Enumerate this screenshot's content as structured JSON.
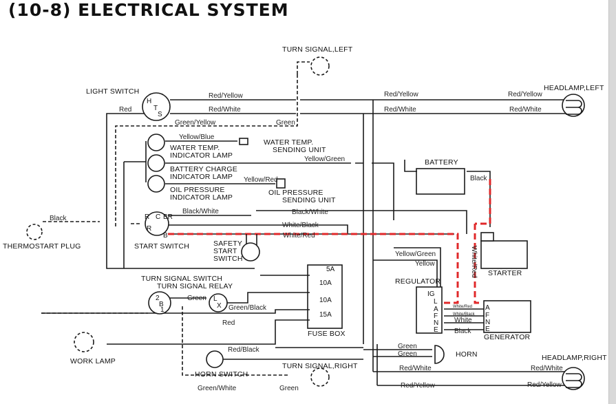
{
  "title": "(10-8) ELECTRICAL SYSTEM",
  "colors": {
    "highlight_wire": "#e0282a",
    "wire": "#1a1a1a",
    "scrollbar": "#d9d9d9"
  },
  "components": {
    "turn_signal_left": "TURN SIGNAL,LEFT",
    "turn_signal_right": "TURN SIGNAL,RIGHT",
    "light_switch": "LIGHT SWITCH",
    "headlamp_left": "HEADLAMP,LEFT",
    "headlamp_right": "HEADLAMP,RIGHT",
    "water_temp_sending_1": "WATER TEMP.",
    "water_temp_sending_2": "SENDING UNIT",
    "water_temp_lamp_1": "WATER TEMP.",
    "water_temp_lamp_2": "INDICATOR LAMP",
    "battery_charge_lamp_1": "BATTERY CHARGE",
    "battery_charge_lamp_2": "INDICATOR LAMP",
    "oil_pressure_lamp_1": "OIL PRESSURE",
    "oil_pressure_lamp_2": "INDICATOR LAMP",
    "oil_pressure_sending_1": "OIL PRESSURE",
    "oil_pressure_sending_2": "SENDING UNIT",
    "battery": "BATTERY",
    "thermostart_plug": "THERMOSTART PLUG",
    "start_switch": "START SWITCH",
    "safety_start_switch_1": "SAFETY",
    "safety_start_switch_2": "START",
    "safety_start_switch_3": "SWITCH",
    "starter": "STARTER",
    "regulator": "REGULATOR",
    "generator": "GENERATOR",
    "turn_signal_switch": "TURN SIGNAL SWITCH",
    "turn_signal_relay": "TURN SIGNAL RELAY",
    "fuse_box": "FUSE BOX",
    "work_lamp": "WORK LAMP",
    "horn_switch": "HORN SWITCH",
    "horn": "HORN"
  },
  "fuses": [
    "5A",
    "10A",
    "10A",
    "15A"
  ],
  "light_switch_pins": {
    "h": "H",
    "t": "T",
    "s": "S"
  },
  "start_switch_pins": {
    "r1": "R",
    "c": "C",
    "br": "BR",
    "r2": "R",
    "b": "B"
  },
  "turn_switch_pins": {
    "p2": "2",
    "b": "B",
    "p1": "1",
    "relay_l": "L",
    "relay_x": "X"
  },
  "regulator_pins": [
    "IG",
    "L",
    "A",
    "F",
    "N",
    "E"
  ],
  "generator_pins": [
    "A",
    "F",
    "N",
    "E"
  ],
  "wires": {
    "ls_red_yellow": "Red/Yellow",
    "ls_red_white": "Red/White",
    "ls_red": "Red",
    "hl_left_red_yellow_a": "Red/Yellow",
    "hl_left_red_yellow_b": "Red/Yellow",
    "hl_left_red_white_a": "Red/White",
    "hl_left_red_white_b": "Red/White",
    "green_yellow": "Green/Yellow",
    "green_top": "Green",
    "yellow_blue": "Yellow/Blue",
    "yellow_green_top": "Yellow/Green",
    "yellow_red": "Yellow/Red",
    "battery_black": "Black",
    "thermo_black": "Black",
    "black_white_a": "Black/White",
    "black_white_b": "Black/White",
    "white_black": "White/Black",
    "white_red": "White/Red",
    "white_red_vertical": "White/Red",
    "yellow_green_reg": "Yellow/Green",
    "yellow_reg": "Yellow",
    "gen_white_red": "White/Red",
    "gen_white_black": "White/Black",
    "gen_white": "White",
    "gen_black": "Black",
    "relay_green": "Green",
    "green_black": "Green/Black",
    "red_bottom": "Red",
    "red_black": "Red/Black",
    "horn_green_a": "Green",
    "horn_green_b": "Green",
    "green_white": "Green/White",
    "green_bottom": "Green",
    "hl_right_red_white_a": "Red/White",
    "hl_right_red_white_b": "Red/White",
    "hl_right_red_yellow_a": "Red/Yellow",
    "hl_right_red_yellow_b": "Red/Yellow"
  }
}
